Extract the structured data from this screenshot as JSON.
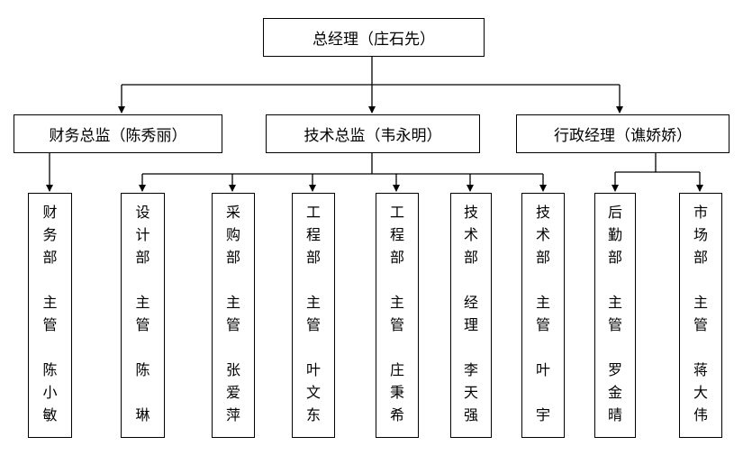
{
  "top": {
    "label": "总经理（庄石先）"
  },
  "directors": [
    {
      "label": "财务总监（陈秀丽）"
    },
    {
      "label": "技术总监（韦永明）"
    },
    {
      "label": "行政经理（谯娇娇）"
    }
  ],
  "departments": [
    {
      "dept": "财务部",
      "role": "主管",
      "person": "陈小敏"
    },
    {
      "dept": "设计部",
      "role": "主管",
      "person": "陈琳"
    },
    {
      "dept": "采购部",
      "role": "主管",
      "person": "张爱萍"
    },
    {
      "dept": "工程部",
      "role": "主管",
      "person": "叶文东"
    },
    {
      "dept": "工程部",
      "role": "主管",
      "person": "庄秉希"
    },
    {
      "dept": "技术部",
      "role": "经理",
      "person": "李天强"
    },
    {
      "dept": "技术部",
      "role": "主管",
      "person": "叶宇"
    },
    {
      "dept": "后勤部",
      "role": "主管",
      "person": "罗金晴"
    },
    {
      "dept": "市场部",
      "role": "主管",
      "person": "蒋大伟"
    }
  ]
}
